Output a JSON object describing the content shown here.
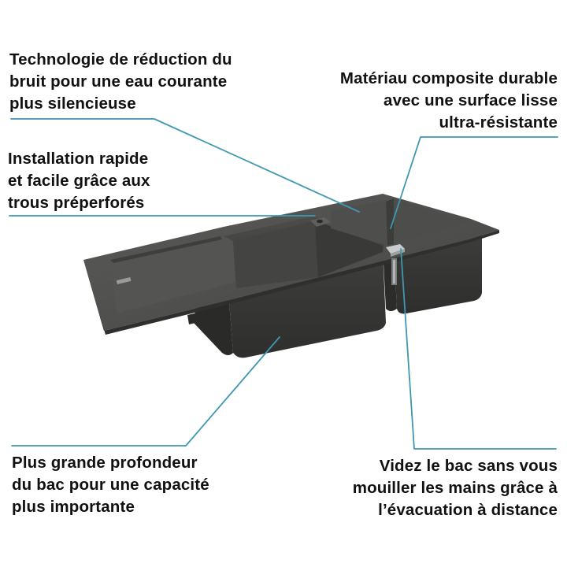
{
  "theme": {
    "background": "#ffffff",
    "text_color": "#111111",
    "leader_color": "#3e98b2",
    "sink_color_dark": "#3b3b3b",
    "sink_color_mid": "#4a4a49",
    "sink_color_light": "#5c5c5a"
  },
  "product": {
    "name": "double-bowl composite kitchen sink with drainboard",
    "color": "anthracite grey"
  },
  "callouts": {
    "noise": {
      "lines": [
        "Technologie de réduction du",
        "bruit pour une eau courante",
        "plus silencieuse"
      ]
    },
    "material": {
      "lines": [
        "Matériau composite durable",
        "avec une surface lisse",
        "ultra-résistante"
      ]
    },
    "install": {
      "lines": [
        "Installation rapide",
        "et facile grâce aux",
        "trous préperforés"
      ]
    },
    "depth": {
      "lines": [
        "Plus grande profondeur",
        "du bac pour une capacité",
        "plus importante"
      ]
    },
    "drain": {
      "lines": [
        "Videz le bac sans vous",
        "mouiller les mains grâce à",
        "l’évacuation à distance"
      ]
    }
  }
}
